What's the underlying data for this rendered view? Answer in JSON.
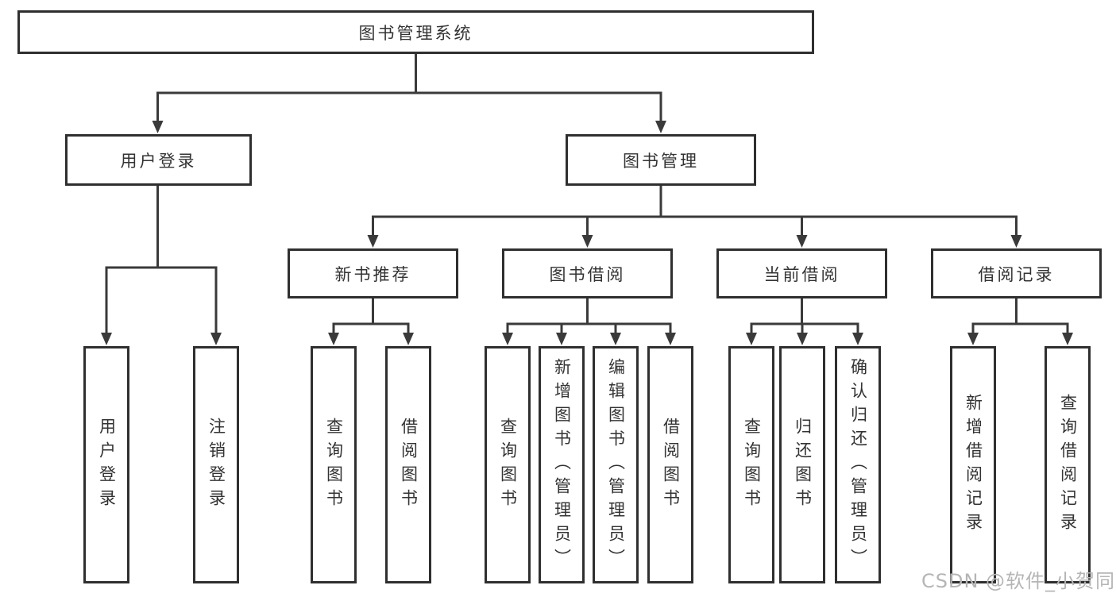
{
  "diagram": {
    "root": {
      "label": "图书管理系统"
    },
    "level2": [
      {
        "id": "user-login",
        "label": "用户登录"
      },
      {
        "id": "book-management",
        "label": "图书管理"
      }
    ],
    "level3": [
      {
        "id": "new-book-recommendation",
        "label": "新书推荐"
      },
      {
        "id": "book-borrowing",
        "label": "图书借阅"
      },
      {
        "id": "current-borrowing",
        "label": "当前借阅"
      },
      {
        "id": "borrowing-records",
        "label": "借阅记录"
      }
    ],
    "leaves": {
      "user_login": [
        {
          "label": "用户登录"
        },
        {
          "label": "注销登录"
        }
      ],
      "new_book_recommendation": [
        {
          "label": "查询图书"
        },
        {
          "label": "借阅图书"
        }
      ],
      "book_borrowing": [
        {
          "label": "查询图书"
        },
        {
          "label": "新增图书（管理员）"
        },
        {
          "label": "编辑图书（管理员）"
        },
        {
          "label": "借阅图书"
        }
      ],
      "current_borrowing": [
        {
          "label": "查询图书"
        },
        {
          "label": "归还图书"
        },
        {
          "label": "确认归还（管理员）"
        }
      ],
      "borrowing_records": [
        {
          "label": "新增借阅记录"
        },
        {
          "label": "查询借阅记录"
        }
      ]
    },
    "watermark": "CSDN @软件_小贺同学",
    "colors": {
      "line": "#3a3a3a",
      "box_border": "#2f2f2f",
      "text": "#333333",
      "watermark": "#b5b5b5",
      "background": "#ffffff"
    }
  }
}
